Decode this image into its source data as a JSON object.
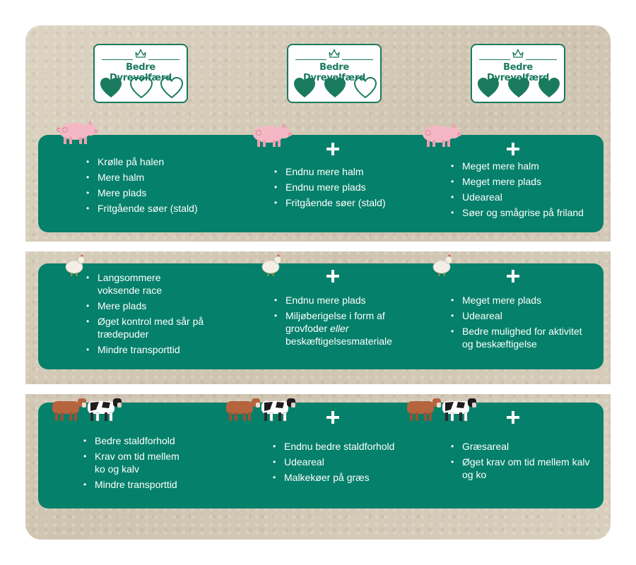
{
  "labels": [
    {
      "title": "Bedre Dyrevelfærd",
      "filled_hearts": 1,
      "total_hearts": 3
    },
    {
      "title": "Bedre Dyrevelfærd",
      "filled_hearts": 2,
      "total_hearts": 3
    },
    {
      "title": "Bedre Dyrevelfærd",
      "filled_hearts": 3,
      "total_hearts": 3
    }
  ],
  "colors": {
    "panel": "#05806a",
    "label_green": "#1a7a5e",
    "pig": "#f4b8c4",
    "background": "#d6ccbb"
  },
  "sections": [
    {
      "animal": "pig-icon",
      "columns": [
        {
          "items": [
            "Krølle på halen",
            "Mere halm",
            "Mere plads",
            "Fritgående søer (stald)"
          ]
        },
        {
          "items": [
            "Endnu mere halm",
            "Endnu mere plads",
            "Fritgående søer (stald)"
          ]
        },
        {
          "items": [
            "Meget mere halm",
            "Meget mere plads",
            "Udeareal",
            "Søer og smågrise på friland"
          ]
        }
      ]
    },
    {
      "animal": "chicken-icon",
      "columns": [
        {
          "items": [
            "Langsommere voksende race",
            "Mere plads",
            "Øget kontrol med sår på trædepuder",
            "Mindre transporttid"
          ]
        },
        {
          "items": [
            "Endnu mere plads",
            "Miljøberigelse i form af grovfoder",
            "eller",
            "beskæftigelsesmateriale"
          ]
        },
        {
          "items": [
            "Meget mere plads",
            "Udeareal",
            "Bedre mulighed for aktivitet og beskæftigelse"
          ]
        }
      ]
    },
    {
      "animal": "cow-icon",
      "columns": [
        {
          "items": [
            "Bedre staldforhold",
            "Krav om tid mellem ko og kalv",
            "Mindre transporttid"
          ]
        },
        {
          "items": [
            "Endnu bedre staldforhold",
            "Udeareal",
            "Malkekøer på græs"
          ]
        },
        {
          "items": [
            "Græsareal",
            "Øget krav om tid mellem kalv og ko"
          ]
        }
      ]
    }
  ]
}
